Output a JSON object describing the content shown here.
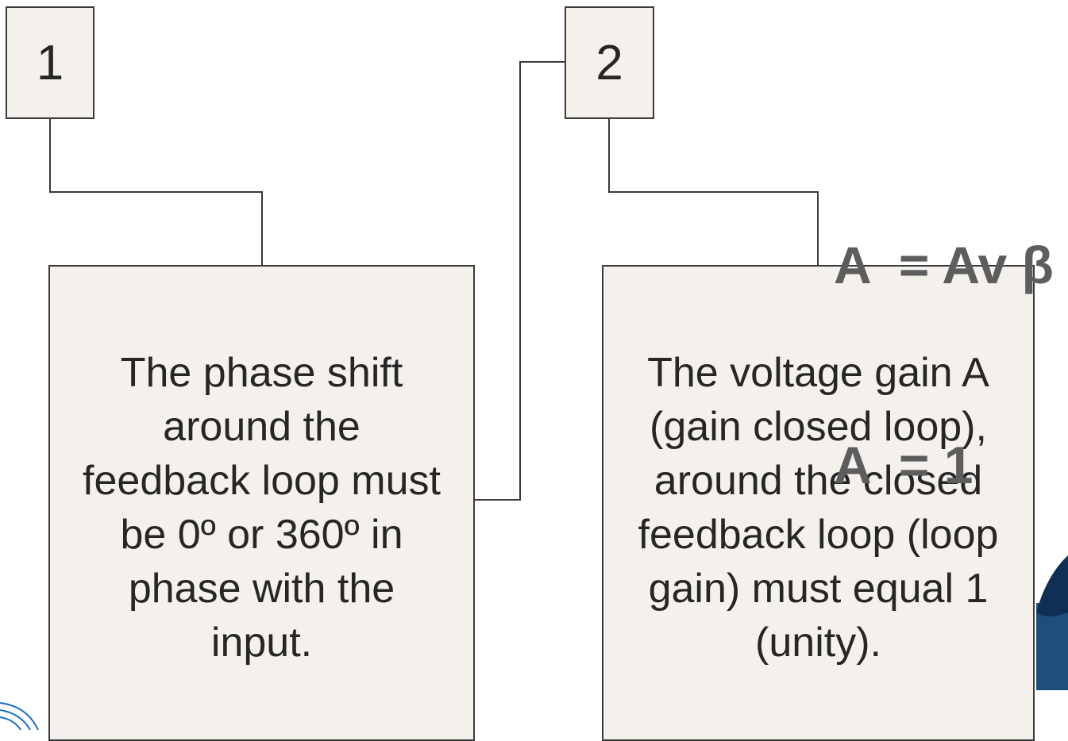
{
  "steps": [
    {
      "number": "1",
      "lines": [
        "The phase shift",
        "around the",
        "feedback loop must",
        "be 0º  or 360º in",
        "phase with the",
        "input."
      ]
    },
    {
      "number": "2",
      "lines": [
        "The voltage gain A",
        "(gain closed loop),",
        "around the closed",
        "feedback loop (loop",
        "gain) must equal 1",
        "(unity)."
      ]
    }
  ],
  "formula": {
    "line1": "A  = Av β",
    "line2": "A  = 1"
  },
  "colors": {
    "box_fill": "#f4f0ec",
    "border": "#3a3a3a",
    "text": "#262626",
    "formula_text": "#5d5d5d",
    "accent_dark": "#0f2f55",
    "accent_mid": "#1e4f7a"
  }
}
